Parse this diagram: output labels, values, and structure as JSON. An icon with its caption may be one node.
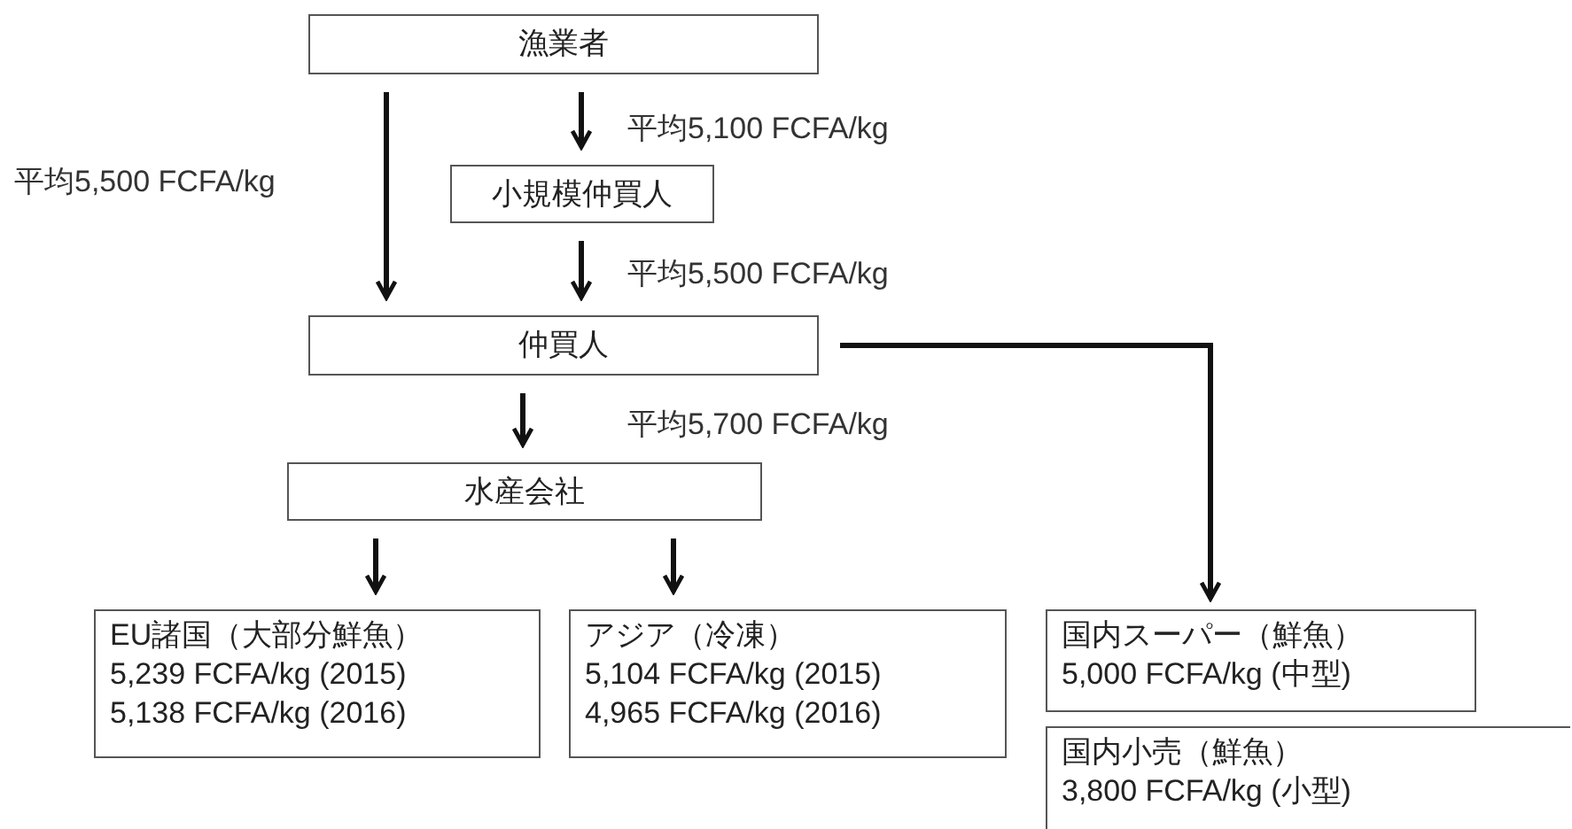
{
  "diagram": {
    "nodes": [
      {
        "text": [
          "漁業者"
        ]
      },
      {
        "text": [
          "小規模仲買人"
        ]
      },
      {
        "text": [
          "仲買人"
        ]
      },
      {
        "text": [
          "水産会社"
        ]
      },
      {
        "text": [
          "EU諸国（大部分鮮魚）",
          "5,239 FCFA/kg (2015)",
          "5,138 FCFA/kg (2016)"
        ]
      },
      {
        "text": [
          "アジア（冷凍）",
          "5,104 FCFA/kg (2015)",
          "4,965 FCFA/kg (2016)"
        ]
      },
      {
        "text": [
          "国内スーパー（鮮魚）",
          "5,000 FCFA/kg (中型)"
        ]
      },
      {
        "text": [
          "国内小売（鮮魚）",
          "3,800 FCFA/kg (小型)"
        ]
      }
    ],
    "edges": [
      {
        "from": 0,
        "to": 2,
        "arrow": "to",
        "label": "平均5,500 FCFA/kg"
      },
      {
        "from": 0,
        "to": 1,
        "arrow": "to",
        "label": "平均5,100 FCFA/kg"
      },
      {
        "from": 1,
        "to": 2,
        "arrow": "to",
        "label": "平均5,500 FCFA/kg"
      },
      {
        "from": 2,
        "to": 3,
        "arrow": "to",
        "label": "平均5,700 FCFA/kg"
      },
      {
        "from": 3,
        "to": 4,
        "arrow": "to"
      },
      {
        "from": 3,
        "to": 5,
        "arrow": "to"
      },
      {
        "from": 2,
        "to": 6,
        "arrow": "to"
      }
    ]
  }
}
